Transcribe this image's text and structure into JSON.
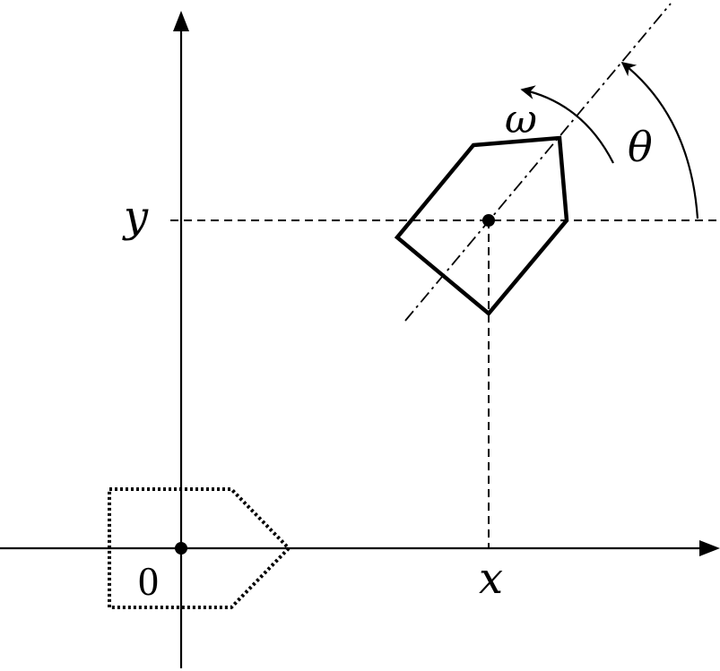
{
  "diagram": {
    "labels": {
      "y_axis": "y",
      "x_axis": "x",
      "origin": "0",
      "omega": "ω",
      "theta": "θ"
    },
    "colors": {
      "stroke": "#000000",
      "background": "#ffffff"
    }
  }
}
